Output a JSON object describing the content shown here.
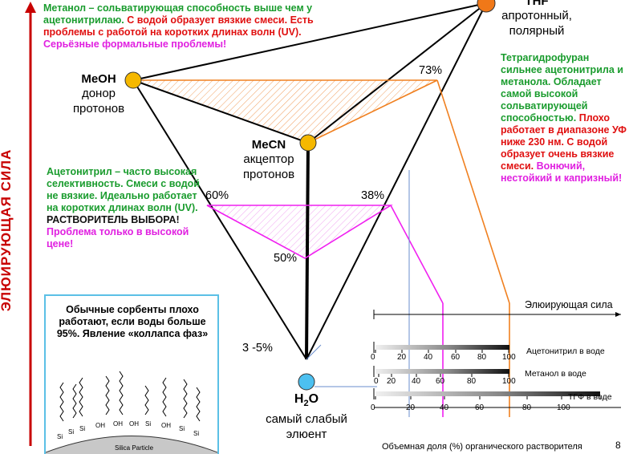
{
  "axis": {
    "label": "ЭЛЮИРУЮЩАЯ  СИЛА",
    "color": "#c80000"
  },
  "notes": {
    "methanol": {
      "green": "Метанол – сольватирующая способность выше чем у ацетонитрилаю.",
      "red": "С водой образует вязкие смеси. Есть проблемы с работой на коротких длинах волн (UV).",
      "magenta": "Серьёзные формальные проблемы!"
    },
    "acetonitrile": {
      "green": "Ацетонитрил – часто высокая селективность. Смеси с водой не вязкие. Идеально работает на коротких длинах волн (UV).",
      "black": "РАСТВОРИТЕЛЬ ВЫБОРА!",
      "magenta": "Проблема только в высокой цене!"
    },
    "thf": {
      "green": "Тетрагидрофуран сильнее ацетонитрила и метанола. Обладает самой высокой сольватирующей способностью.",
      "red": "Плохо работает в диапазоне УФ ниже 230 нм. С водой образует очень вязкие смеси.",
      "magenta": "Вонючий, нестойкий и капризный!"
    }
  },
  "solvents": {
    "meoh": {
      "name": "MeOH",
      "desc1": "донор",
      "desc2": "протонов"
    },
    "thf": {
      "name": "THF",
      "desc1": "апротонный,",
      "desc2": "полярный"
    },
    "mecn": {
      "name": "MeCN",
      "desc1": "акцептор",
      "desc2": "протонов"
    },
    "water": {
      "name_main": "H",
      "name_sub": "2",
      "name_end": "O",
      "desc1": "самый слабый",
      "desc2": "элюент"
    }
  },
  "percent_labels": {
    "p73": "73%",
    "p60": "60%",
    "p38": "38%",
    "p50": "50%",
    "p35": "3 -5%"
  },
  "collapse_box": {
    "text": "Обычные сорбенты плохо работают, если воды больше 95%. Явление «коллапса фаз»",
    "si": "Si",
    "oh": "OH",
    "particle": "Silica Particle"
  },
  "nomogram": {
    "title": "Элюирующая сила",
    "xlabel": "Объемная доля (%) органического растворителя",
    "scales": [
      {
        "name": "Ацетонитрил в воде",
        "ticks": [
          "0",
          "20",
          "40",
          "60",
          "80",
          "100"
        ]
      },
      {
        "name": "Метанол в воде",
        "ticks": [
          "0",
          "20",
          "40",
          "60",
          "80",
          "100"
        ]
      },
      {
        "name": "ТГФ в воде",
        "ticks": [
          "0",
          "20",
          "40",
          "60",
          "80",
          "100"
        ]
      }
    ]
  },
  "page_number": "8",
  "colors": {
    "node_fill": "#f5b800",
    "thf_fill": "#f07818",
    "water_fill": "#4cc0f0",
    "orange": "#f08020",
    "magenta": "#f020f0",
    "blue": "#6a8ecc",
    "box_border": "#5bc0e6"
  }
}
